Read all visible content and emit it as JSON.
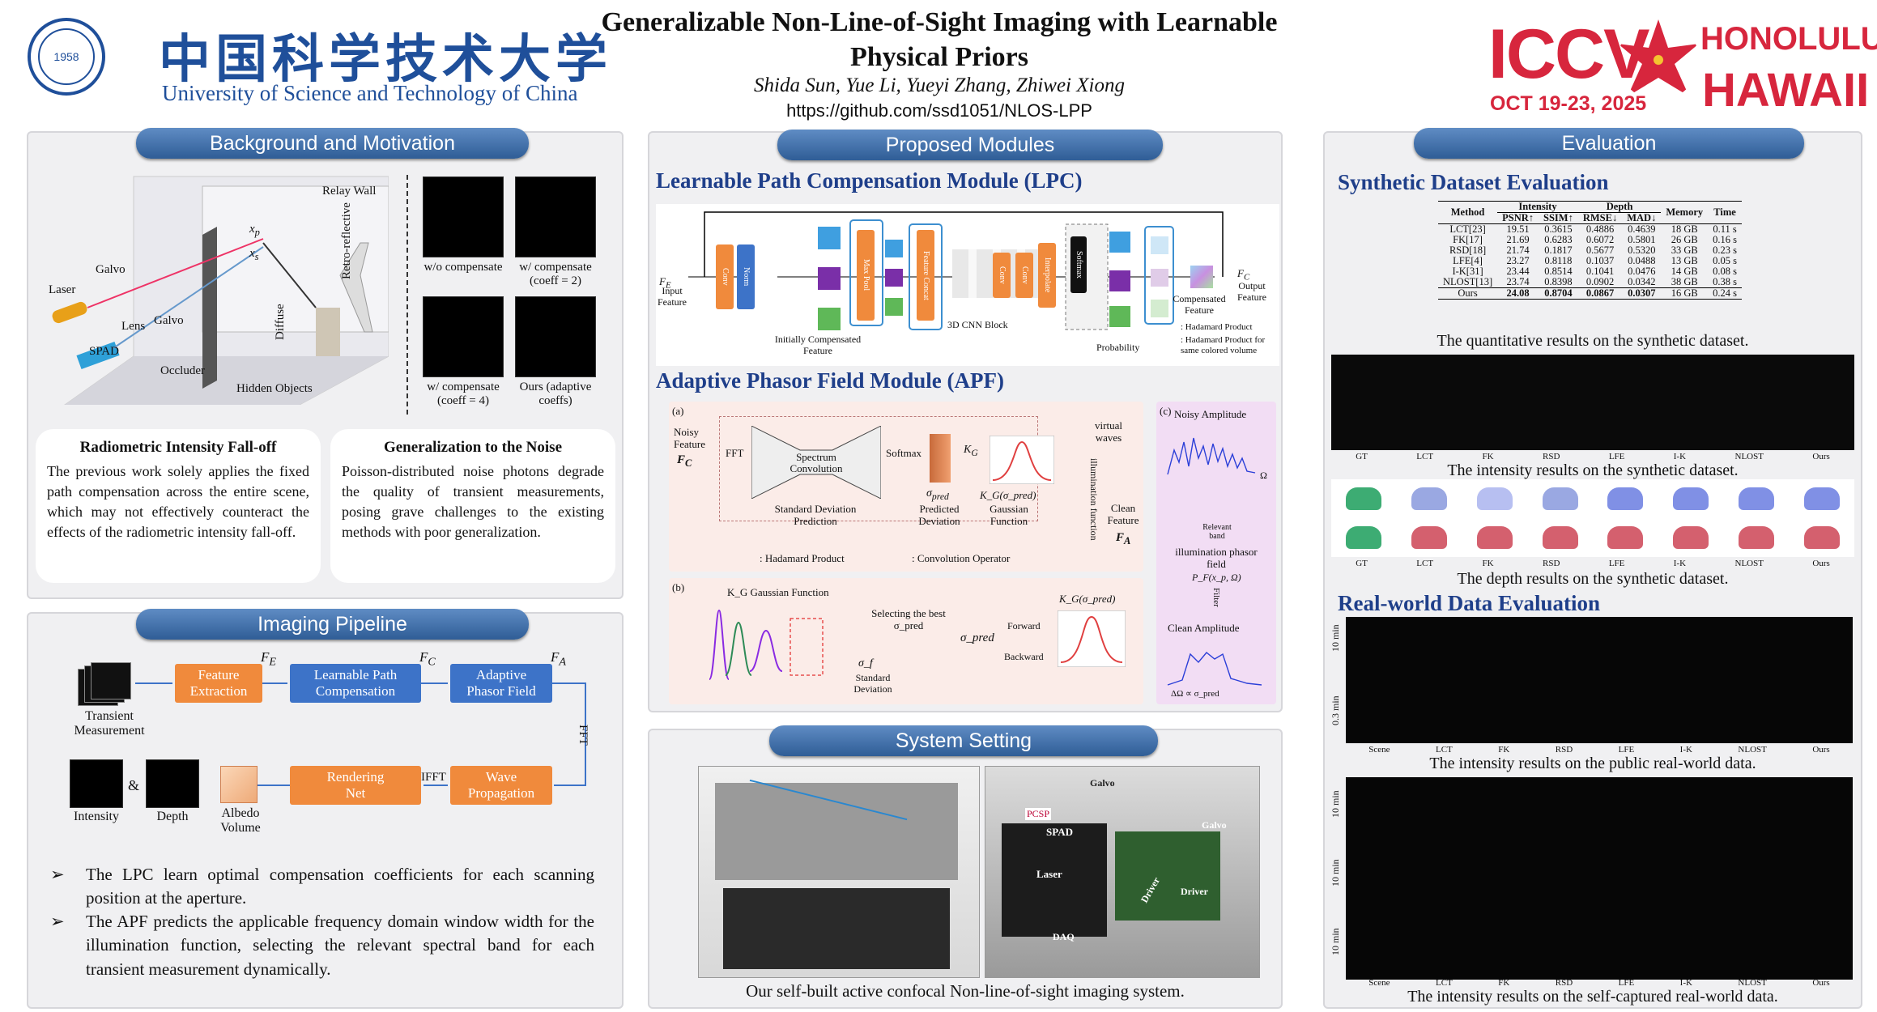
{
  "header": {
    "university_cn": "中国科学技术大学",
    "university_en": "University of Science and Technology of China",
    "seal_year": "1958",
    "title_line1": "Generalizable Non-Line-of-Sight Imaging with Learnable",
    "title_line2": "Physical Priors",
    "authors": "Shida Sun, Yue Li, Yueyi Zhang, Zhiwei Xiong",
    "url": "https://github.com/ssd1051/NLOS-LPP",
    "conf_name": "ICCV",
    "conf_dates": "OCT 19-23, 2025",
    "conf_loc1": "HONOLULU",
    "conf_loc2": "HAWAII"
  },
  "colors": {
    "banner": "#2f5d96",
    "heading": "#1f3f8a",
    "orange": "#f08a3c",
    "blue": "#3d73c8",
    "iccv_red": "#d7263d"
  },
  "background": {
    "banner": "Background and Motivation",
    "relay_wall": "Relay Wall",
    "retro": "Retro-reflective",
    "galvo1": "Galvo",
    "galvo2": "Galvo",
    "laser": "Laser",
    "lens": "Lens",
    "spad": "SPAD",
    "occluder": "Occluder",
    "hidden": "Hidden Objects",
    "diffuse": "Diffuse",
    "xp": "x",
    "xs": "x",
    "cmp1": "w/o compensate",
    "cmp2": "w/ compensate (coeff = 2)",
    "cmp3": "w/ compensate (coeff = 4)",
    "cmp4": "Ours (adaptive coeffs)",
    "card1_title": "Radiometric Intensity Fall-off",
    "card1_text": "The previous work solely applies the fixed path compensation across the entire scene, which may not effectively counteract the effects of the radiometric intensity fall-off.",
    "card2_title": "Generalization to the Noise",
    "card2_text": "Poisson-distributed noise photons degrade the quality of transient measurements, posing grave challenges to the existing methods with poor generalization."
  },
  "pipeline": {
    "banner": "Imaging Pipeline",
    "transient": "Transient Measurement",
    "feat": "Feature Extraction",
    "lpc": "Learnable Path Compensation",
    "apf": "Adaptive Phasor Field",
    "fe": "F",
    "fc": "F",
    "fa": "F",
    "fft": "FFT",
    "ifft": "IFFT",
    "wave": "Wave Propagation",
    "render": "Rendering Net",
    "albedo": "Albedo Volume",
    "intensity": "Intensity",
    "amp": "&",
    "depth": "Depth",
    "bullet1": "The LPC learn optimal compensation coefficients for each scanning position at the aperture.",
    "bullet2": "The APF predicts the applicable frequency domain window width for the illumination function, selecting the relevant spectral band for each transient measurement dynamically.",
    "marker": "➢"
  },
  "modules": {
    "banner": "Proposed Modules",
    "lpc_title": "Learnable Path Compensation Module (LPC)",
    "input_feature": "Input Feature",
    "initially": "Initially Compensated Feature",
    "cnn_block": "3D CNN Block",
    "probability": "Probability",
    "compensated": "Compensated Feature",
    "output_feature": "Output Feature",
    "hadamard_note": ": Hadamard Product",
    "hadamard_same": ": Hadamard Product for same colored volume",
    "conv": "Conv",
    "norm": "Norm",
    "maxpool": "Max Pool",
    "featcat": "Feature Concat",
    "interp": "Interpolate",
    "softmax": "Softmax",
    "apf_title": "Adaptive Phasor Field Module (APF)",
    "a": "(a)",
    "b": "(b)",
    "c": "(c)",
    "noisy_feature": "Noisy Feature",
    "fc_sym": "F",
    "fft": "FFT",
    "spectrum": "Spectrum Convolution",
    "sdp": "Standard Deviation Prediction",
    "softmax2": "Softmax",
    "kg": "K",
    "pred_dev": "Predicted Deviation",
    "gauss_fn": "Gaussian Function",
    "kg_expr": "K_G(σ_pred)",
    "virtual": "virtual waves",
    "illum": "illumination function",
    "clean": "Clean Feature",
    "fa_sym": "F",
    "legend_had": ": Hadamard Product",
    "legend_conv": ": Convolution Operator",
    "kg_gauss": "K_G Gaussian Function",
    "selecting": "Selecting the best σ_pred",
    "sigma_f": "σ_f",
    "std_dev": "Standard Deviation",
    "sigma_pred": "σ_pred",
    "forward": "Forward",
    "backward": "Backward",
    "noisy_amp": "Noisy Amplitude",
    "relevant_band": "Relevant band",
    "ipf": "illumination phasor field",
    "pf_expr": "P_F(x_p, Ω)",
    "filter": "Filter",
    "clean_amp": "Clean Amplitude",
    "delta": "ΔΩ ∝ σ_pred",
    "omega": "Ω"
  },
  "system": {
    "banner": "System Setting",
    "caption": "Our self-built active confocal Non-line-of-sight imaging system.",
    "spad": "SPAD",
    "laser": "Laser",
    "galvo": "Galvo",
    "galvo2": "Galvo",
    "driver": "Driver",
    "driver2": "Driver",
    "daq": "DAQ",
    "pcsp": "PCSP"
  },
  "evaluation": {
    "banner": "Evaluation",
    "synthetic_title": "Synthetic Dataset Evaluation",
    "table": {
      "h_method": "Method",
      "h_intensity": "Intensity",
      "h_depth": "Depth",
      "h_memory": "Memory",
      "h_time": "Time",
      "h_psnr": "PSNR↑",
      "h_ssim": "SSIM↑",
      "h_rmse": "RMSE↓",
      "h_mad": "MAD↓",
      "rows": [
        [
          "LCT[23]",
          "19.51",
          "0.3615",
          "0.4886",
          "0.4639",
          "18 GB",
          "0.11 s"
        ],
        [
          "FK[17]",
          "21.69",
          "0.6283",
          "0.6072",
          "0.5801",
          "26 GB",
          "0.16 s"
        ],
        [
          "RSD[18]",
          "21.74",
          "0.1817",
          "0.5677",
          "0.5320",
          "33 GB",
          "0.23 s"
        ],
        [
          "LFE[4]",
          "23.27",
          "0.8118",
          "0.1037",
          "0.0488",
          "13 GB",
          "0.05 s"
        ],
        [
          "I-K[31]",
          "23.44",
          "0.8514",
          "0.1041",
          "0.0476",
          "14 GB",
          "0.08 s"
        ],
        [
          "NLOST[13]",
          "23.74",
          "0.8398",
          "0.0902",
          "0.0342",
          "38 GB",
          "0.38 s"
        ],
        [
          "Ours",
          "24.08",
          "0.8704",
          "0.0867",
          "0.0307",
          "16 GB",
          "0.24 s"
        ]
      ]
    },
    "cap_quant": "The quantitative results on the synthetic dataset.",
    "methods": [
      "GT",
      "LCT",
      "FK",
      "RSD",
      "LFE",
      "I-K",
      "NLOST",
      "Ours"
    ],
    "cap_int": "The intensity results on the synthetic dataset.",
    "cap_depth": "The depth results on the synthetic dataset.",
    "real_title": "Real-world Data Evaluation",
    "time1": "10 min",
    "time2": "0.3 min",
    "methods2": [
      "Scene",
      "LCT",
      "FK",
      "RSD",
      "LFE",
      "I-K",
      "NLOST",
      "Ours"
    ],
    "cap_public": "The intensity results on the public real-world data.",
    "time3": "10 min",
    "time4": "10 min",
    "time5": "10 min",
    "cap_self": "The intensity results on the self-captured real-world data."
  }
}
